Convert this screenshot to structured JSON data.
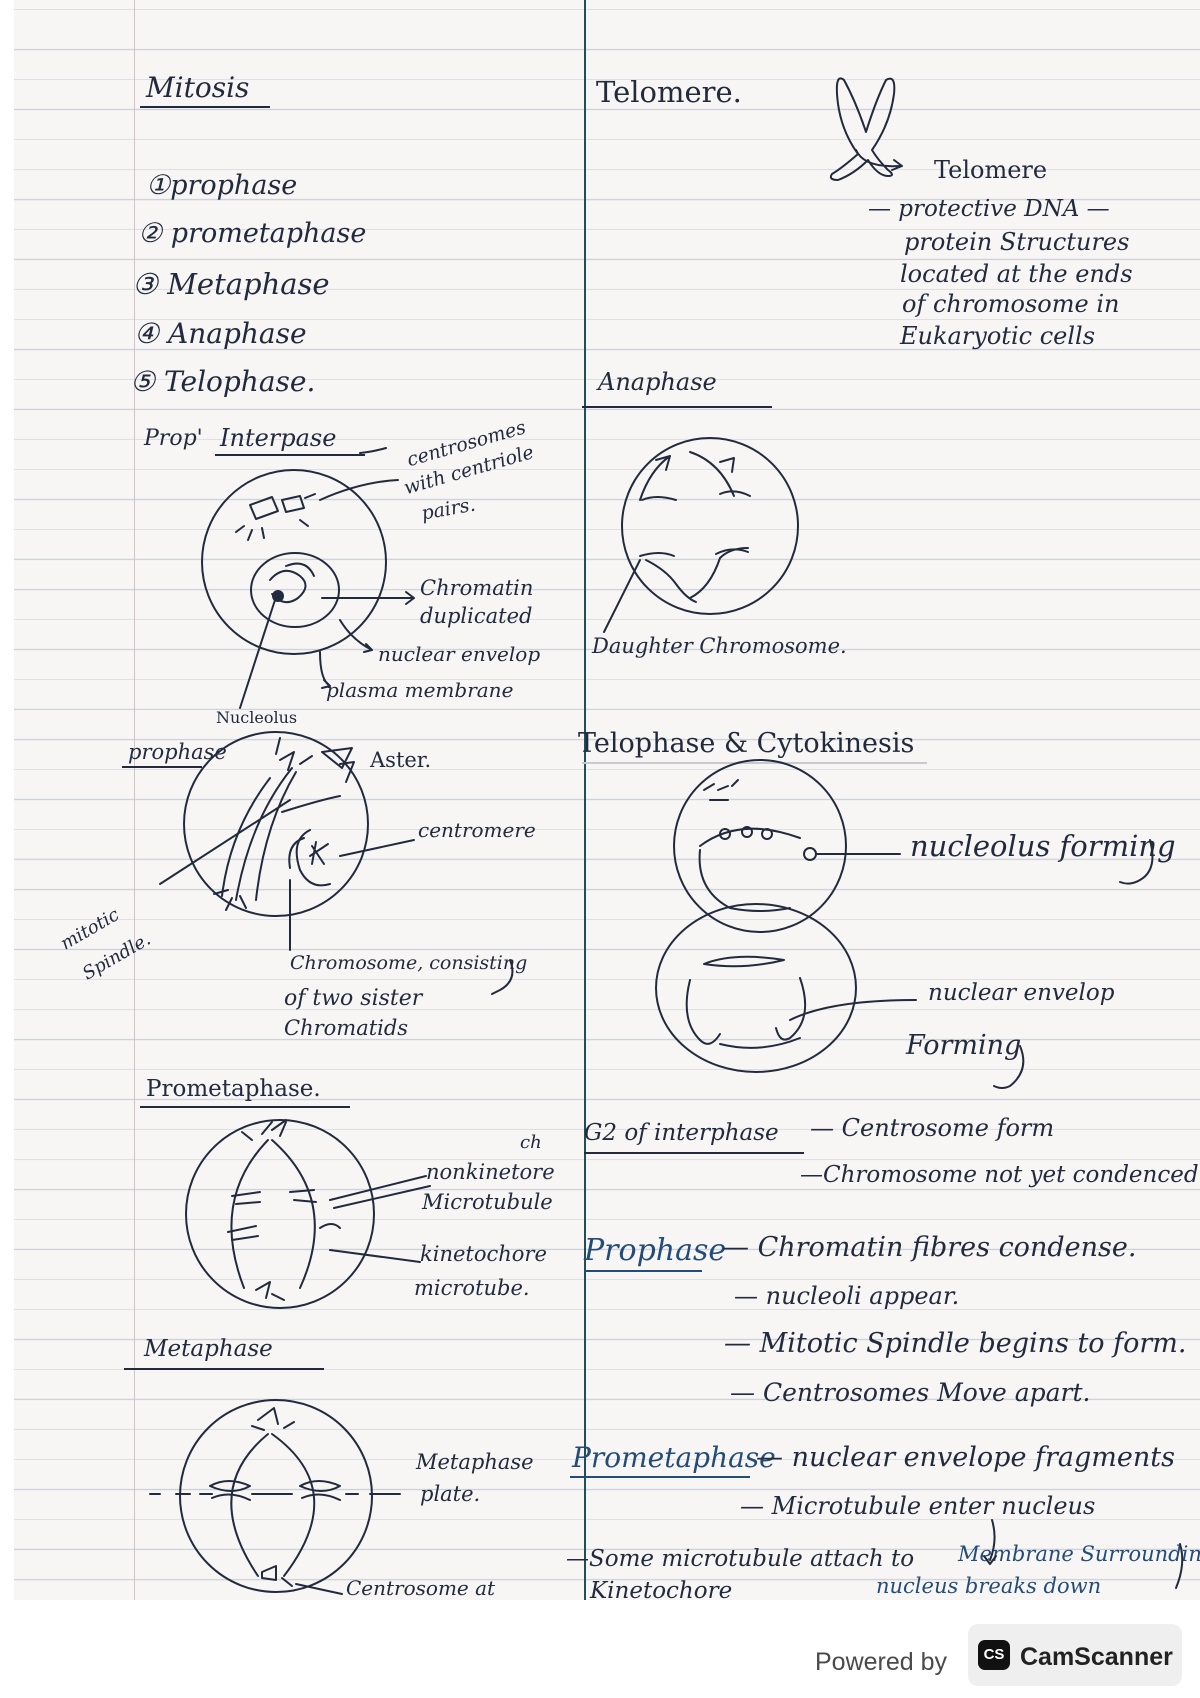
{
  "left": {
    "title": "Mitosis",
    "phases": [
      "①prophase",
      "② prometaphase",
      "③ Metaphase",
      "④ Anaphase",
      "⑤ Telophase."
    ],
    "interphase": {
      "heading_prefix": "Prop'",
      "heading": "Interpase",
      "label_centrosomes_1": "centrosomes",
      "label_centrosomes_2": "with centriole",
      "label_centrosomes_3": "pairs.",
      "label_chromatin_1": "Chromatin",
      "label_chromatin_2": "duplicated",
      "label_envelope": "nuclear envelop",
      "label_membrane": "plasma membrane",
      "label_nucleolus": "Nucleolus"
    },
    "prophase": {
      "heading": "prophase",
      "label_aster": "Aster.",
      "label_centromere": "centromere",
      "label_spindle_1": "mitotic",
      "label_spindle_2": "Spindle.",
      "label_chromosome_1": "Chromosome, consisting",
      "label_chromosome_2": "of two sister",
      "label_chromosome_3": "Chromatids"
    },
    "prometaphase": {
      "heading": "Prometaphase.",
      "label_ch": "ch",
      "label_nonkin_1": "nonkinetore",
      "label_nonkin_2": "Microtubule",
      "label_kin_1": "kinetochore",
      "label_kin_2": "microtube."
    },
    "metaphase": {
      "heading": "Metaphase",
      "label_plate_1": "Metaphase",
      "label_plate_2": "plate.",
      "label_centrosome": "Centrosome at"
    }
  },
  "right": {
    "telomere": {
      "heading": "Telomere.",
      "label": "Telomere",
      "desc": [
        "— protective DNA —",
        "protein Structures",
        "located at the ends",
        "of chromosome in",
        "Eukaryotic cells"
      ]
    },
    "anaphase": {
      "heading": "Anaphase",
      "label_daughter": "Daughter Chromosome."
    },
    "telophase": {
      "heading": "Telophase & Cytokinesis",
      "label_nucleolus": "nucleolus forming",
      "label_envelope_1": "nuclear envelop",
      "label_envelope_2": "Forming"
    },
    "summary": {
      "g2_heading": "G2 of interphase",
      "g2_items": [
        "— Centrosome form",
        "—Chromosome not yet condenced"
      ],
      "prophase_heading": "Prophase",
      "prophase_items": [
        "— Chromatin fibres condense.",
        "— nucleoli appear.",
        "— Mitotic Spindle begins to form.",
        "— Centrosomes Move apart."
      ],
      "prometa_heading": "Prometaphase",
      "prometa_items": [
        "— nuclear envelope fragments",
        "— Microtubule enter nucleus"
      ],
      "prometa_note_1": "—Some microtubule attach to",
      "prometa_note_2": "Kinetochore",
      "prometa_side_1": "Membrane Surrounding",
      "prometa_side_2": "nucleus breaks down"
    }
  },
  "footer": {
    "powered": "Powered by",
    "logo": "CS",
    "brand": "CamScanner"
  }
}
